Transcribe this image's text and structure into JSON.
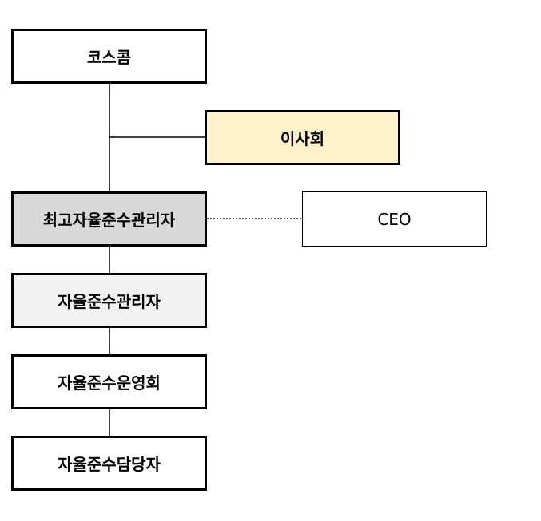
{
  "colors": {
    "line": "#000000",
    "board_fill": "#fff2cc",
    "top_cco_fill": "#d9d9d9",
    "cco_fill": "#f2f2f2",
    "default_fill": "#ffffff"
  },
  "nodes": {
    "koscom": "코스콤",
    "board": "이사회",
    "top_cco": "최고자율준수관리자",
    "ceo": "CEO",
    "cco": "자율준수관리자",
    "committee": "자율준수운영회",
    "officer": "자율준수담당자"
  }
}
